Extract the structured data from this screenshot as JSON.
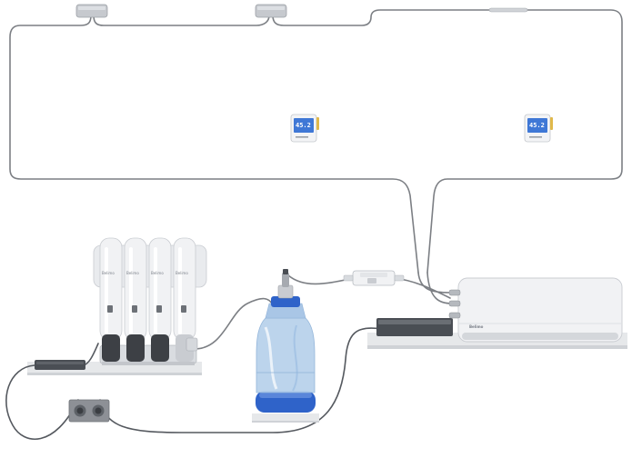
{
  "brand": "Belimo",
  "colors": {
    "tubing": "#7c7f84",
    "module_white": "#f1f2f4",
    "module_shadow": "#c9ccd1",
    "dark_cartridge": "#3d4045",
    "bottle_blue": "#2f63c9",
    "bottle_glass": "#b9d2ec",
    "lcd_blue": "#3f78d6",
    "shelf": "#e6e8ea",
    "plug": "#8d9096"
  },
  "sensors": [
    {
      "reading": "45.2"
    },
    {
      "reading": "45.2"
    }
  ],
  "icons": [
    "wall-sensor-icon",
    "filter-cartridge-icon",
    "power-adapter-icon",
    "wall-socket-icon",
    "water-bottle-icon",
    "control-unit-icon"
  ]
}
